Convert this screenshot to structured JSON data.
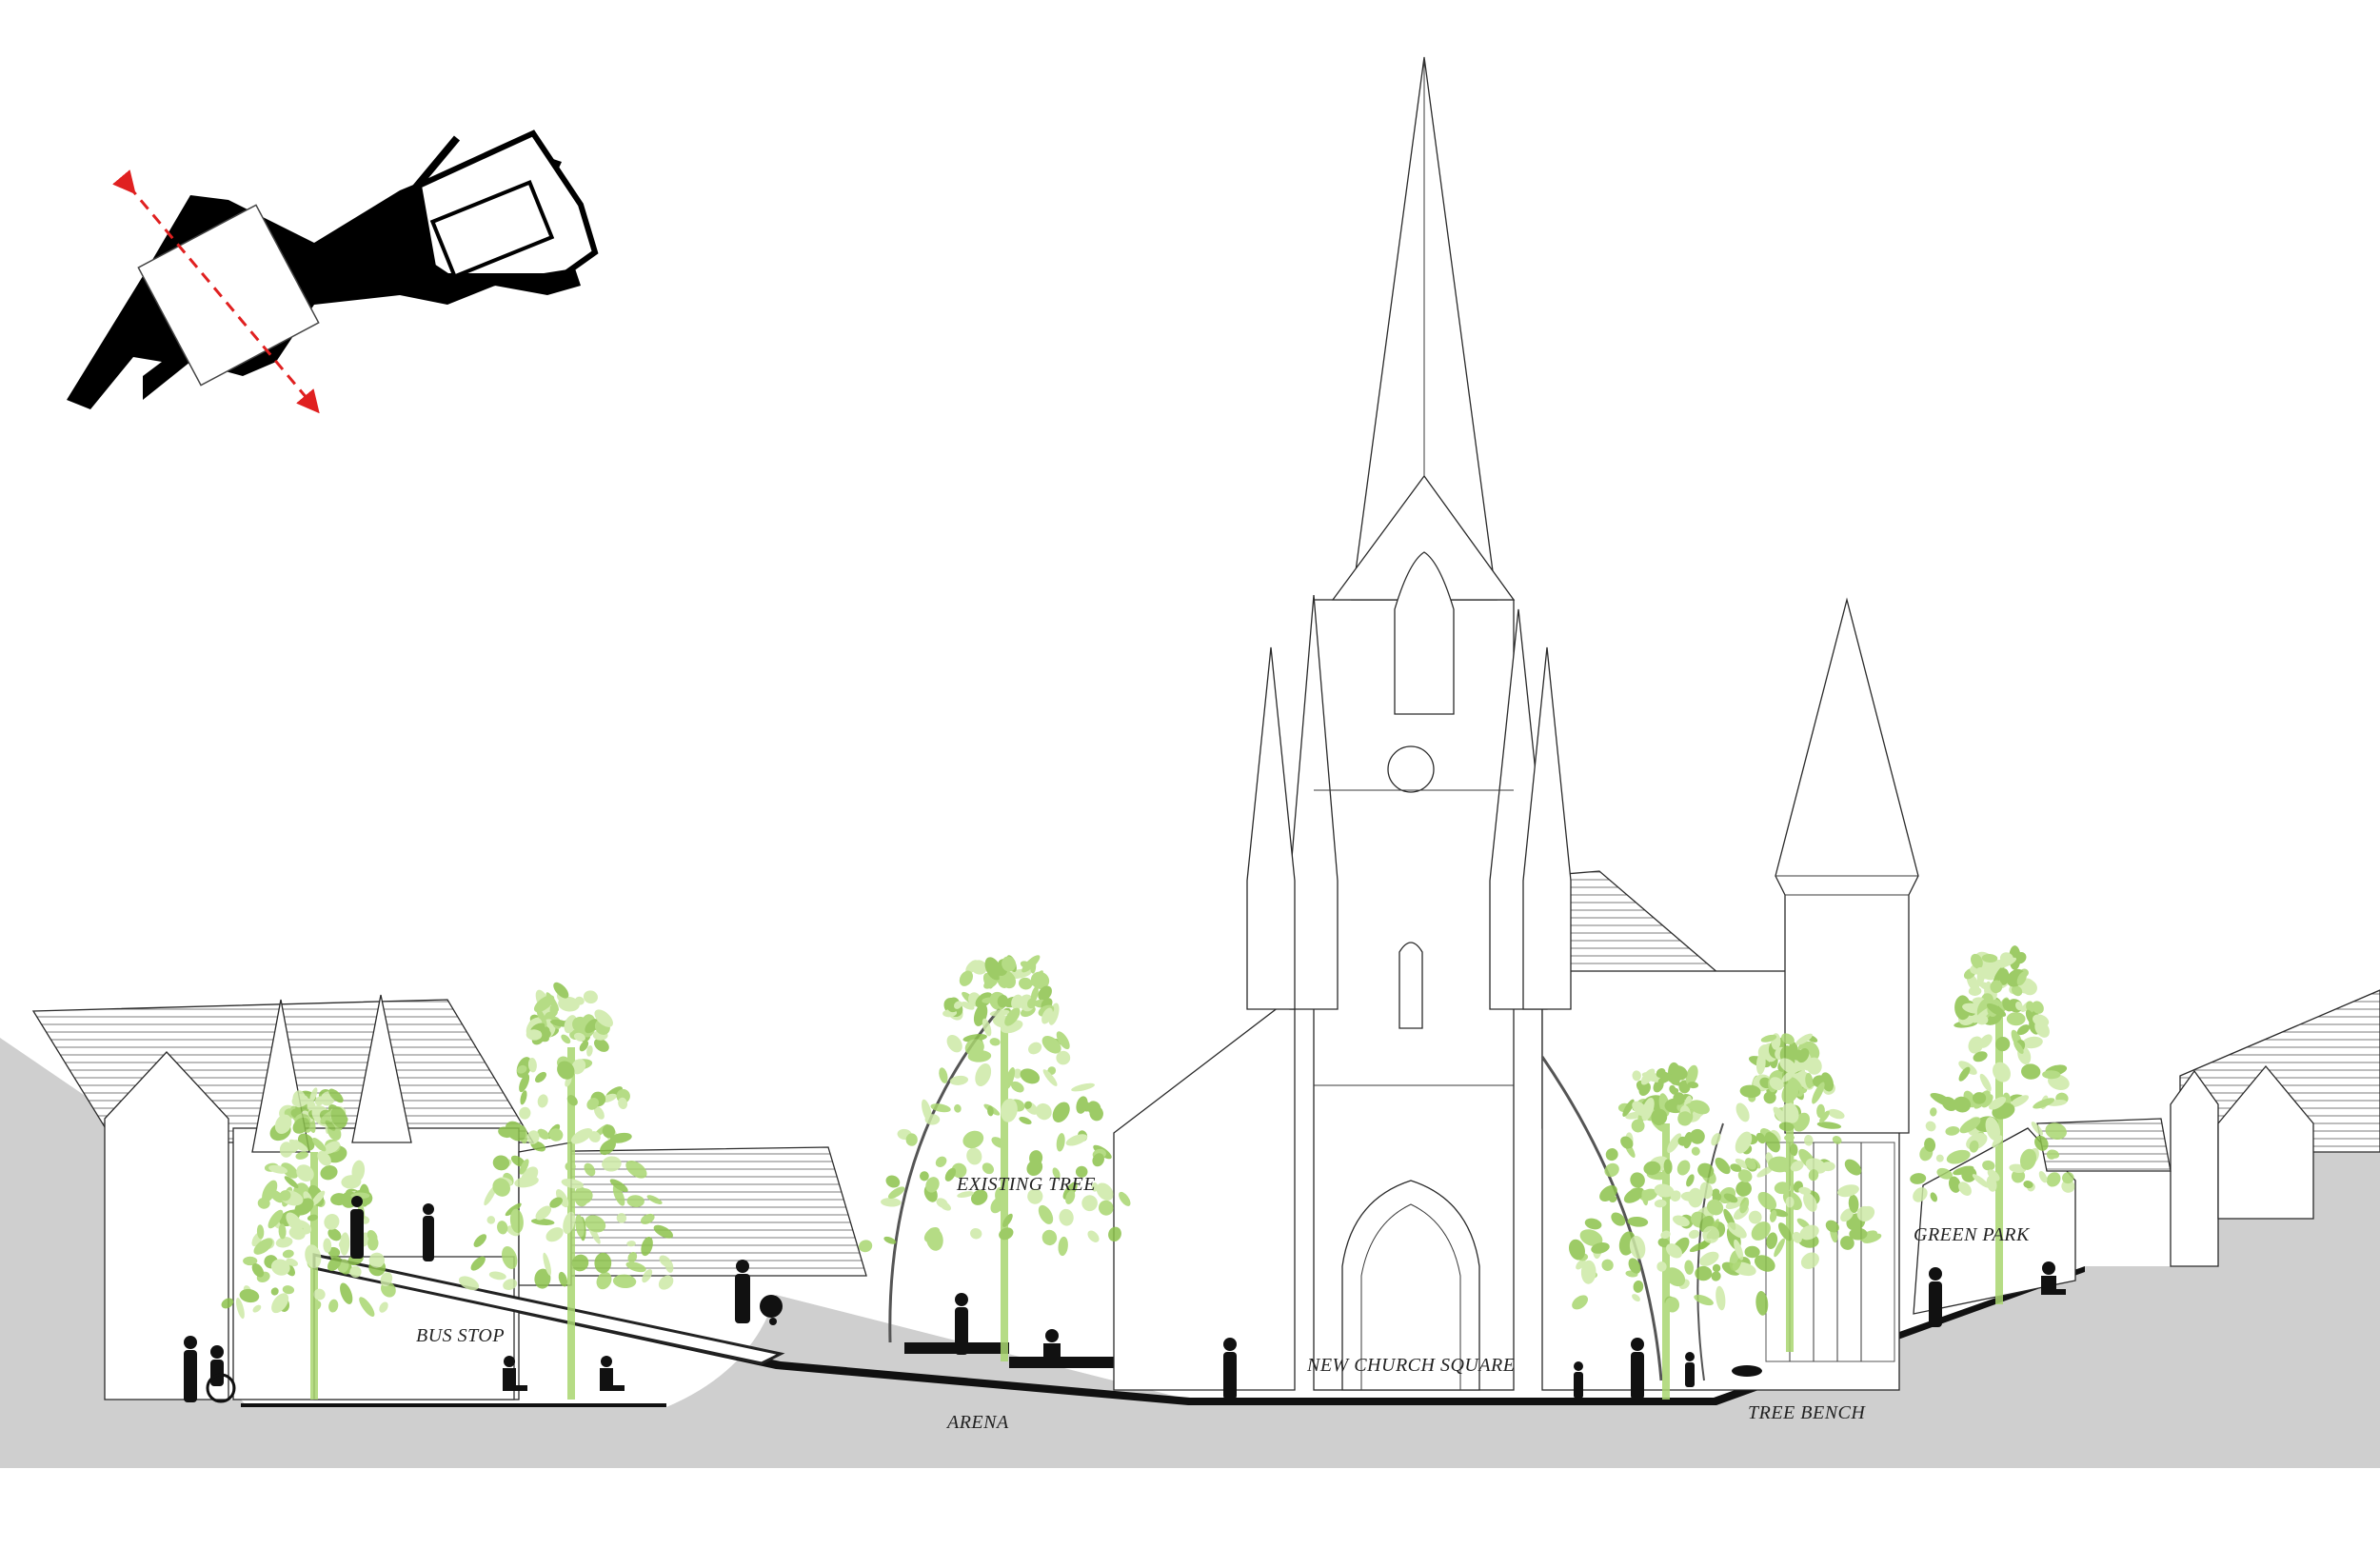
{
  "labels": {
    "bus_stop": "BUS STOP",
    "arena": "ARENA",
    "existing_tree": "EXISTING TREE",
    "new_church_square": "NEW CHURCH SQUARE",
    "tree_bench": "TREE BENCH",
    "green_park": "GREEN PARK"
  },
  "colors": {
    "ground": "#cfcfcf",
    "ground_dark": "#111111",
    "tree_light": "#cde9a6",
    "tree_mid": "#a9d670",
    "tree_dark": "#8cc24c",
    "section_line": "#e02020",
    "building_fill": "#ffffff",
    "building_stroke": "#2a2a2a"
  }
}
